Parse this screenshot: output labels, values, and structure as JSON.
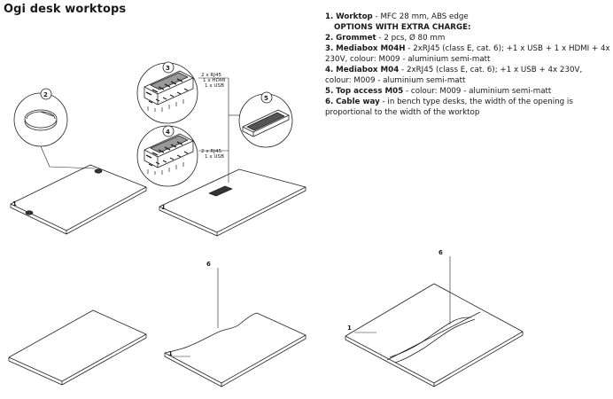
{
  "title": "Ogi desk worktops",
  "specs": [
    {
      "num": "1.",
      "name": "Worktop",
      "text": " - MFC 28 mm, ABS edge"
    },
    {
      "num": "",
      "name": "OPTIONS WITH EXTRA CHARGE:",
      "text": ""
    },
    {
      "num": "2.",
      "name": "Grommet",
      "text": " - 2 pcs, Ø 80 mm"
    },
    {
      "num": "3.",
      "name": "Mediabox M04H",
      "text": " - 2xRJ45 (class E, cat. 6); +1 x USB + 1 x HDMI + 4x 230V, colour: M009 - aluminium semi-matt"
    },
    {
      "num": "4.",
      "name": "Mediabox M04",
      "text": " - 2xRJ45 (class E, cat. 6); +1 x USB + 4x 230V, colour: M009 - aluminium semi-matt"
    },
    {
      "num": "5.",
      "name": "Top access M05",
      "text": " - colour: M009 - aluminium semi-matt"
    },
    {
      "num": "6.",
      "name": "Cable way",
      "text": " - in bench type desks, the width of the opening is proportional to the width of the worktop"
    }
  ],
  "callouts": {
    "c1": "1",
    "c2": "2",
    "c3": "3",
    "c4": "4",
    "c5": "5",
    "c6": "6"
  },
  "port_labels": {
    "m04h_line1": "2 x RJ45",
    "m04h_line2": "1 x HDMI",
    "m04h_line3": "1 x USB",
    "m04_line1": "2 x RJ45",
    "m04_line2": "1 x USB"
  }
}
